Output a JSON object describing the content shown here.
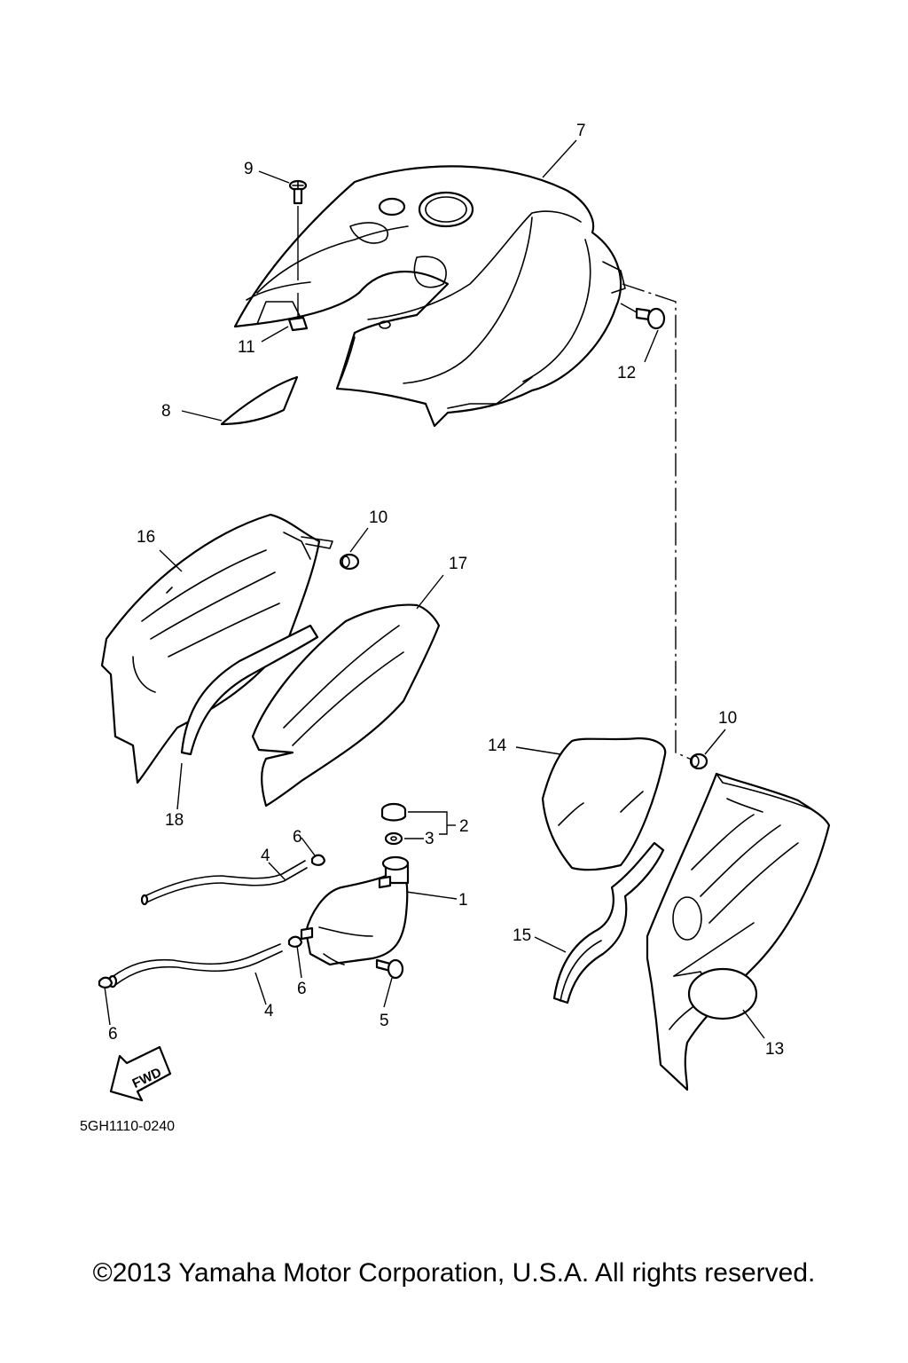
{
  "diagram": {
    "callouts": {
      "c1": "1",
      "c2": "2",
      "c3": "3",
      "c4a": "4",
      "c4b": "4",
      "c5": "5",
      "c6a": "6",
      "c6b": "6",
      "c6c": "6",
      "c7": "7",
      "c8": "8",
      "c9": "9",
      "c10a": "10",
      "c10b": "10",
      "c11": "11",
      "c12": "12",
      "c13": "13",
      "c14": "14",
      "c15": "15",
      "c16": "16",
      "c17": "17",
      "c18": "18"
    },
    "fwd_label": "FWD",
    "drawing_code": "5GH1110-0240"
  },
  "footer": {
    "copyright": "©2013 Yamaha Motor Corporation, U.S.A. All rights reserved."
  }
}
